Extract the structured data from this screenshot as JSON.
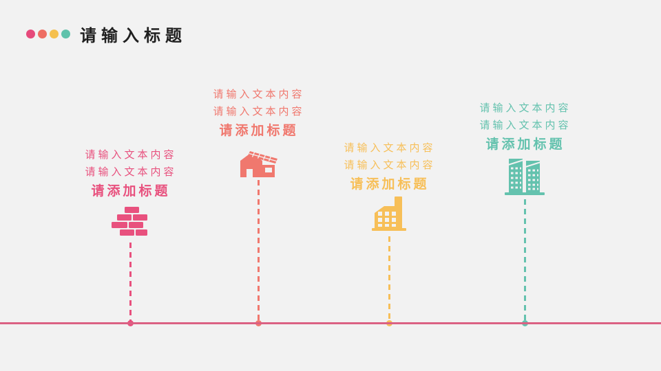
{
  "header": {
    "title": "请输入标题",
    "dot_colors": [
      "#e64a7b",
      "#ee6e64",
      "#f5c04e",
      "#5fc2ab"
    ]
  },
  "timeline": {
    "line_color": "#db6183"
  },
  "groups": [
    {
      "color": "#e8517e",
      "icon": "brick-wall",
      "line1": "请输入文本内容",
      "line2": "请输入文本内容",
      "heading": "请添加标题"
    },
    {
      "color": "#f0786e",
      "icon": "house",
      "line1": "请输入文本内容",
      "line2": "请输入文本内容",
      "heading": "请添加标题"
    },
    {
      "color": "#f7bf58",
      "icon": "factory",
      "line1": "请输入文本内容",
      "line2": "请输入文本内容",
      "heading": "请添加标题"
    },
    {
      "color": "#64c2ae",
      "icon": "office-buildings",
      "line1": "请输入文本内容",
      "line2": "请输入文本内容",
      "heading": "请添加标题"
    }
  ]
}
